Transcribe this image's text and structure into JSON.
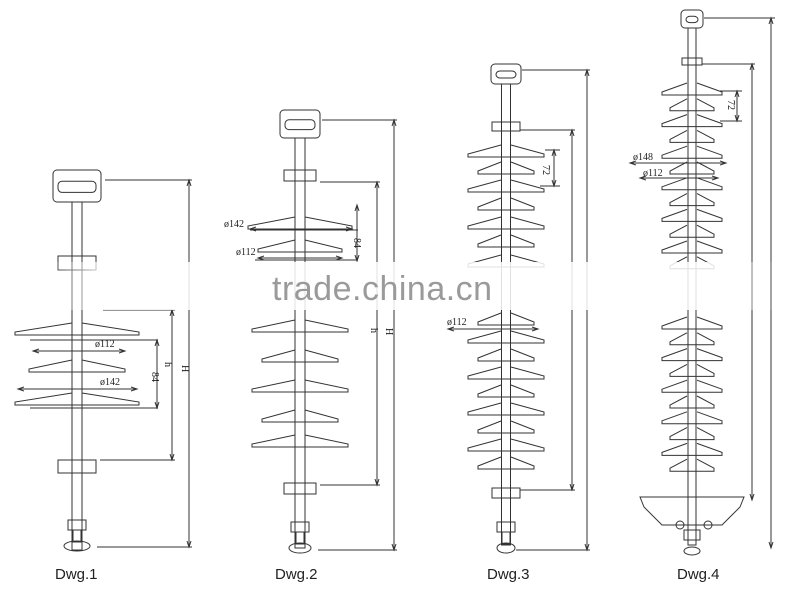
{
  "drawings": [
    {
      "caption": "Dwg.1",
      "dims": {
        "d1": "ø112",
        "d2": "ø142",
        "pitch": "84",
        "h": "h",
        "H": "H"
      }
    },
    {
      "caption": "Dwg.2",
      "dims": {
        "d1": "ø142",
        "d2": "ø112",
        "pitch": "84",
        "h": "h",
        "H": "H"
      }
    },
    {
      "caption": "Dwg.3",
      "dims": {
        "pitch": "72",
        "d1": "ø112"
      }
    },
    {
      "caption": "Dwg.4",
      "dims": {
        "pitch": "72",
        "d1": "ø148",
        "d2": "ø112"
      }
    }
  ],
  "watermark": "trade.china.cn",
  "colors": {
    "line": "#333333",
    "background": "#ffffff",
    "watermark": "#9a9a9a"
  }
}
